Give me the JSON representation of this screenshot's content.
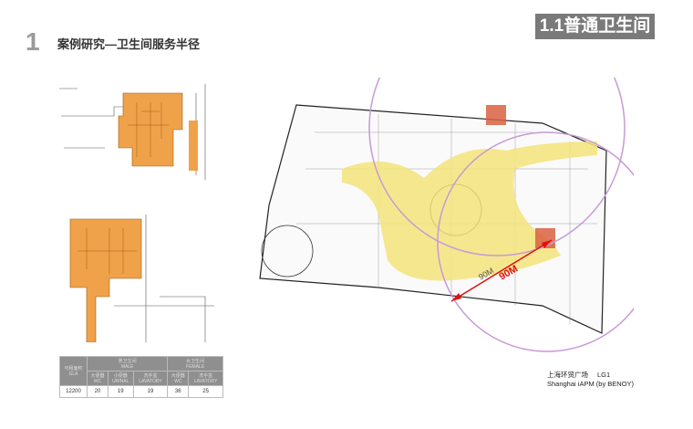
{
  "header": {
    "section_number": "1",
    "title": "案例研究—卫生间服务半径",
    "badge": "1.1普通卫生间"
  },
  "table": {
    "gla_label": "可租面积",
    "gla_label_en": "GLA",
    "male_label": "男卫生间",
    "male_label_en": "MALE",
    "female_label": "女卫生间",
    "female_label_en": "FEMALE",
    "columns": [
      {
        "cn": "大便器",
        "en": "WC"
      },
      {
        "cn": "小便器",
        "en": "URINAL"
      },
      {
        "cn": "洗手盆",
        "en": "LAVATORY"
      },
      {
        "cn": "大便器",
        "en": "WC"
      },
      {
        "cn": "洗手盆",
        "en": "LAVATORY"
      }
    ],
    "values": [
      "12200",
      "20",
      "19",
      "19",
      "36",
      "25"
    ]
  },
  "map": {
    "radius_label": "90M",
    "radius_label_2": "90M",
    "corridor_color": "#f3e37a",
    "restroom_color": "#d9603f",
    "circle_color": "#c79ad6",
    "arrow_color": "#e01010"
  },
  "caption": {
    "cn": "上海环贸广场",
    "level": "LG1",
    "en": "Shanghai iAPM  (by BENOY)"
  }
}
